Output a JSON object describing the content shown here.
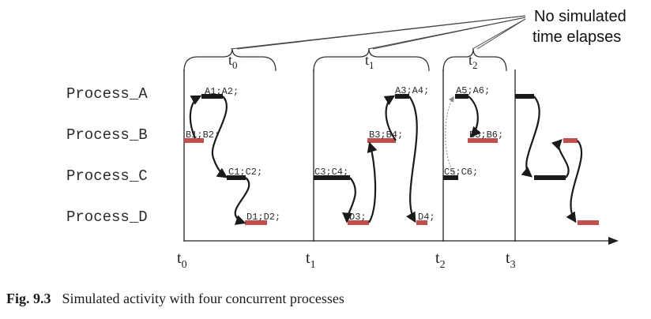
{
  "annotation": {
    "line1": "No simulated",
    "line2": "time elapses"
  },
  "processes": [
    "Process_A",
    "Process_B",
    "Process_C",
    "Process_D"
  ],
  "brace_labels": [
    {
      "base": "t",
      "sub": "0"
    },
    {
      "base": "t",
      "sub": "1"
    },
    {
      "base": "t",
      "sub": "2"
    }
  ],
  "time_labels": [
    {
      "base": "t",
      "sub": "0"
    },
    {
      "base": "t",
      "sub": "1"
    },
    {
      "base": "t",
      "sub": "2"
    },
    {
      "base": "t",
      "sub": "3"
    }
  ],
  "events": {
    "a1a2": "A1;A2;",
    "b1b2": "B1;B2;",
    "c1c2": "C1;C2;",
    "d1d2": "D1;D2;",
    "c3c4": "C3;C4;",
    "d3": "D3;",
    "b3b4": "B3;B4;",
    "a3a4": "A3;A4;",
    "d4": "D4;",
    "a5a6": "A5;A6;",
    "b5b6": "B5;B6;",
    "c5c6": "C5;C6;"
  },
  "colors": {
    "black_bar": "#1a1a1a",
    "red_bar": "#c0504d"
  },
  "caption": {
    "label": "Fig. 9.3",
    "text": "Simulated activity with four concurrent processes"
  }
}
